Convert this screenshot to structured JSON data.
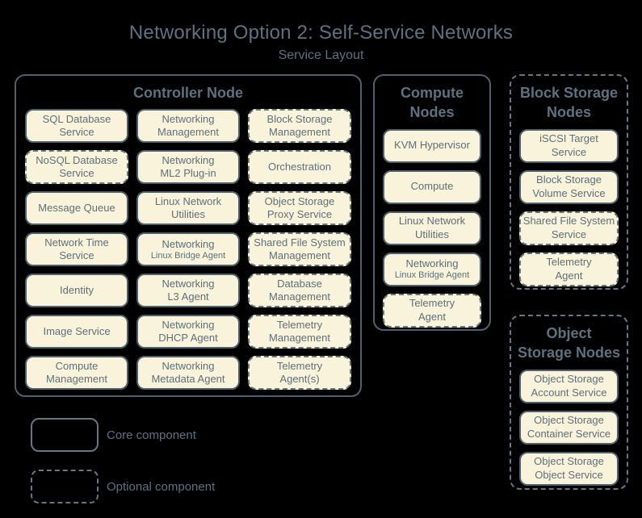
{
  "title": "Networking Option 2: Self-Service Networks",
  "subtitle": "Service Layout",
  "colors": {
    "background": "#000000",
    "box_fill": "#faf3dc",
    "solid_border": "#4e616c",
    "dashed_border": "#64787f",
    "text": "#5d7078",
    "heading_text": "#5d7280"
  },
  "legend": {
    "core": {
      "label": "Core component"
    },
    "optional": {
      "label": "Optional component"
    }
  },
  "sections": [
    {
      "name": "controller-node",
      "title_lines": [
        "Controller Node"
      ],
      "optional": false,
      "columns": 3,
      "services": [
        {
          "lines": [
            "SQL Database",
            "Service"
          ],
          "optional": false
        },
        {
          "lines": [
            "Networking",
            "Management"
          ],
          "optional": false
        },
        {
          "lines": [
            "Block Storage",
            "Management"
          ],
          "optional": true
        },
        {
          "lines": [
            "NoSQL Database",
            "Service"
          ],
          "optional": true
        },
        {
          "lines": [
            "Networking",
            "ML2 Plug-in"
          ],
          "optional": false
        },
        {
          "lines": [
            "Orchestration"
          ],
          "optional": true
        },
        {
          "lines": [
            "Message Queue"
          ],
          "optional": false
        },
        {
          "lines": [
            "Linux Network",
            "Utilities"
          ],
          "optional": false
        },
        {
          "lines": [
            "Object Storage",
            "Proxy Service"
          ],
          "optional": true
        },
        {
          "lines": [
            "Network Time",
            "Service"
          ],
          "optional": false
        },
        {
          "lines": [
            "Networking"
          ],
          "sub": "Linux Bridge Agent",
          "optional": false
        },
        {
          "lines": [
            "Shared File System",
            "Management"
          ],
          "optional": true
        },
        {
          "lines": [
            "Identity"
          ],
          "optional": false
        },
        {
          "lines": [
            "Networking",
            "L3 Agent"
          ],
          "optional": false
        },
        {
          "lines": [
            "Database",
            "Management"
          ],
          "optional": true
        },
        {
          "lines": [
            "Image Service"
          ],
          "optional": false
        },
        {
          "lines": [
            "Networking",
            "DHCP Agent"
          ],
          "optional": false
        },
        {
          "lines": [
            "Telemetry",
            "Management"
          ],
          "optional": true
        },
        {
          "lines": [
            "Compute",
            "Management"
          ],
          "optional": false
        },
        {
          "lines": [
            "Networking",
            "Metadata Agent"
          ],
          "optional": false
        },
        {
          "lines": [
            "Telemetry",
            "Agent(s)"
          ],
          "optional": true
        }
      ]
    },
    {
      "name": "compute-nodes",
      "title_lines": [
        "Compute",
        "Nodes"
      ],
      "optional": false,
      "columns": 1,
      "services": [
        {
          "lines": [
            "KVM Hypervisor"
          ],
          "optional": false
        },
        {
          "lines": [
            "Compute"
          ],
          "optional": false
        },
        {
          "lines": [
            "Linux Network",
            "Utilities"
          ],
          "optional": false
        },
        {
          "lines": [
            "Networking"
          ],
          "sub": "Linux Bridge Agent",
          "optional": false
        },
        {
          "lines": [
            "Telemetry",
            "Agent"
          ],
          "optional": true
        }
      ]
    },
    {
      "name": "block-storage-nodes",
      "title_lines": [
        "Block Storage",
        "Nodes"
      ],
      "optional": true,
      "columns": 1,
      "services": [
        {
          "lines": [
            "iSCSI Target",
            "Service"
          ],
          "optional": false
        },
        {
          "lines": [
            "Block Storage",
            "Volume Service"
          ],
          "optional": false
        },
        {
          "lines": [
            "Shared File System",
            "Service"
          ],
          "optional": true
        },
        {
          "lines": [
            "Telemetry",
            "Agent"
          ],
          "optional": true
        }
      ]
    },
    {
      "name": "object-storage-nodes",
      "title_lines": [
        "Object",
        "Storage Nodes"
      ],
      "optional": true,
      "columns": 1,
      "services": [
        {
          "lines": [
            "Object Storage",
            "Account Service"
          ],
          "optional": false
        },
        {
          "lines": [
            "Object Storage",
            "Container Service"
          ],
          "optional": false
        },
        {
          "lines": [
            "Object Storage",
            "Object Service"
          ],
          "optional": false
        }
      ]
    }
  ]
}
